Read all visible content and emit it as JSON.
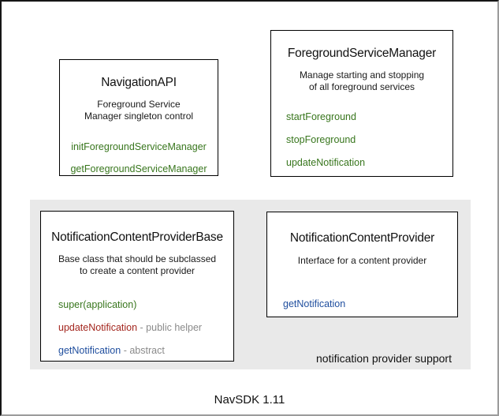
{
  "diagram": {
    "caption": "NavSDK 1.11",
    "group": {
      "label": "notification provider support",
      "background": "#e9e9e9"
    },
    "colors": {
      "method_green": "#38761d",
      "method_red": "#a3261e",
      "method_blue": "#1f4e9e",
      "annotation_gray": "#8a8a8a"
    },
    "boxes": [
      {
        "title": "NavigationAPI",
        "description": "Foreground Service\nManager singleton control",
        "methods": [
          {
            "label": "initForegroundServiceManager",
            "color": "#38761d"
          },
          {
            "label": "getForegroundServiceManager",
            "color": "#38761d"
          }
        ]
      },
      {
        "title": "ForegroundServiceManager",
        "description": "Manage starting and stopping\nof all foreground services",
        "methods": [
          {
            "label": "startForeground",
            "color": "#38761d"
          },
          {
            "label": "stopForeground",
            "color": "#38761d"
          },
          {
            "label": "updateNotification",
            "color": "#38761d"
          }
        ]
      },
      {
        "title": "NotificationContentProviderBase",
        "description": "Base class that should be subclassed\nto create a content provider",
        "methods": [
          {
            "label": "super(application)",
            "color": "#38761d"
          },
          {
            "label": "updateNotification",
            "color": "#a3261e",
            "suffix": " - public helper",
            "suffix_color": "#8a8a8a"
          },
          {
            "label": "getNotification",
            "color": "#1f4e9e",
            "suffix": " - abstract",
            "suffix_color": "#8a8a8a"
          }
        ]
      },
      {
        "title": "NotificationContentProvider",
        "description": "Interface for a content provider",
        "methods": [
          {
            "label": "getNotification",
            "color": "#1f4e9e"
          }
        ]
      }
    ]
  }
}
